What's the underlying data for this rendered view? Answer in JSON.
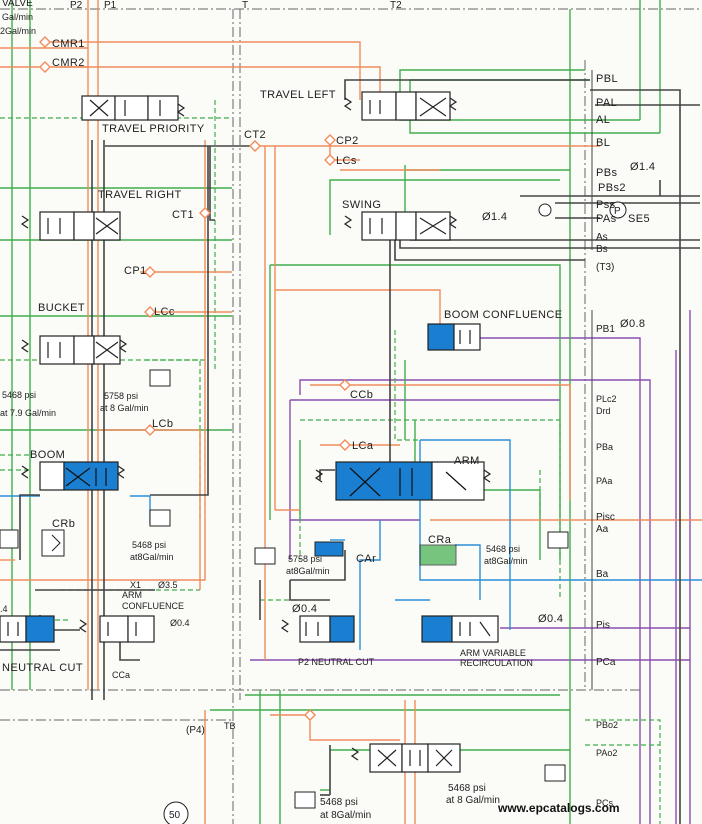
{
  "colors": {
    "pilot": "#f08c5a",
    "drain": "#3fae4a",
    "main": "#444444",
    "purple": "#8a4fb0",
    "blue": "#2a8fd8",
    "spool_blue": "#1a7fd0",
    "dash": "#666666"
  },
  "top": {
    "valve_partial": "VALVE",
    "gal_1": "Gal/min",
    "gal_2": "2Gal/min",
    "p2": "P2",
    "p1": "P1",
    "t": "T",
    "t2": "T2"
  },
  "blocks": {
    "cmr1": "CMR1",
    "cmr2": "CMR2",
    "travel_priority": "TRAVEL PRIORITY",
    "travel_left": "TRAVEL LEFT",
    "ct2": "CT2",
    "cp2": "CP2",
    "lcs": "LCs",
    "travel_right": "TRAVEL RIGHT",
    "ct1": "CT1",
    "swing": "SWING",
    "orifice_swing": "Ø1.4",
    "cp1": "CP1",
    "bucket": "BUCKET",
    "lcc": "LCc",
    "boom_confluence": "BOOM CONFLUENCE",
    "relief_left_1": "5468 psi",
    "relief_left_2": "at 7.9 Gal/min",
    "relief_5758_1": "5758 psi",
    "relief_5758_2": "at 8 Gal/min",
    "ccb": "CCb",
    "lcb": "LCb",
    "boom": "BOOM",
    "lca": "LCa",
    "arm": "ARM",
    "crb": "CRb",
    "relief_boom_1": "5468 psi",
    "relief_boom_2": "at8Gal/min",
    "cra": "CRa",
    "relief_arm_1": "5468 psi",
    "relief_arm_2": "at8Gal/min",
    "relief_mid_1": "5758 psi",
    "relief_mid_2": "at8Gal/min",
    "car": "CAr",
    "x1": "X1",
    "orifice_x1": "Ø3.5",
    "arm_conf_1": "ARM",
    "arm_conf_2": "CONFLUENCE",
    "orifice_armconf": "Ø0.4",
    "orifice_p2": "Ø0.4",
    "orifice_armvar": "Ø0.4",
    "arm_var_1": "ARM VARIABLE",
    "arm_var_2": "RECIRCULATION",
    "neutral_cut": "NEUTRAL CUT",
    "p2_neutral_cut": "P2 NEUTRAL CUT",
    "cca": "CCa",
    "p4": "(P4)",
    "tb": "TB",
    "a4": ".4",
    "callout": "50",
    "relief_bot_1": "5468 psi",
    "relief_bot_2": "at 8 Gal/min",
    "relief_botl_1": "5468 psi",
    "relief_botl_2": "at 8Gal/min"
  },
  "ports": {
    "pbl": "PBL",
    "pal": "PAL",
    "al": "AL",
    "bl": "BL",
    "pbs": "PBs",
    "orifice_pbs": "Ø1.4",
    "pbs2": "PBs2",
    "pss": "Pss",
    "pas": "PAs",
    "se5": "SE5",
    "p_circle": "P",
    "as": "As",
    "bs": "Bs",
    "t3": "(T3)",
    "pb1": "PB1",
    "orifice_pb1": "Ø0.8",
    "plc2": "PLc2",
    "drd": "Drd",
    "pba": "PBa",
    "paa": "PAa",
    "pisc": "Pisc",
    "aa": "Aa",
    "ba": "Ba",
    "pis": "Pis",
    "pca": "PCa",
    "pbo2": "PBo2",
    "pao2": "PAo2",
    "pcs": "PCs"
  },
  "watermark": "www.epcatalogs.com"
}
